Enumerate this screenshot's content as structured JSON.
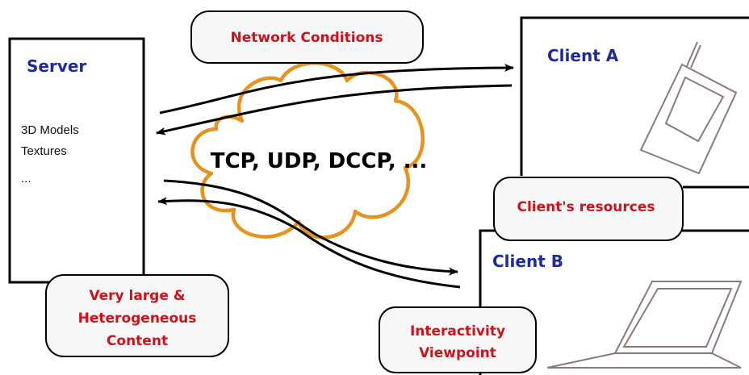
{
  "server": {
    "title": "Server",
    "content_lines": [
      "3D Models",
      "Textures",
      "..."
    ]
  },
  "client_a": {
    "title": "Client A"
  },
  "client_b": {
    "title": "Client B"
  },
  "cloud": {
    "label": "TCP, UDP, DCCP, ..."
  },
  "callouts": {
    "network_conditions": "Network Conditions",
    "clients_resources": "Client's resources",
    "content_lines": [
      "Very large &",
      "Heterogeneous",
      "Content"
    ],
    "interactivity_lines": [
      "Interactivity",
      "Viewpoint"
    ]
  },
  "colors": {
    "title_blue": "#1f2a9c",
    "callout_red": "#d0101a",
    "cloud_orange": "#e8921e",
    "device_gray": "#8a7a78"
  },
  "icons": [
    "mobile-phone-icon",
    "laptop-icon"
  ]
}
